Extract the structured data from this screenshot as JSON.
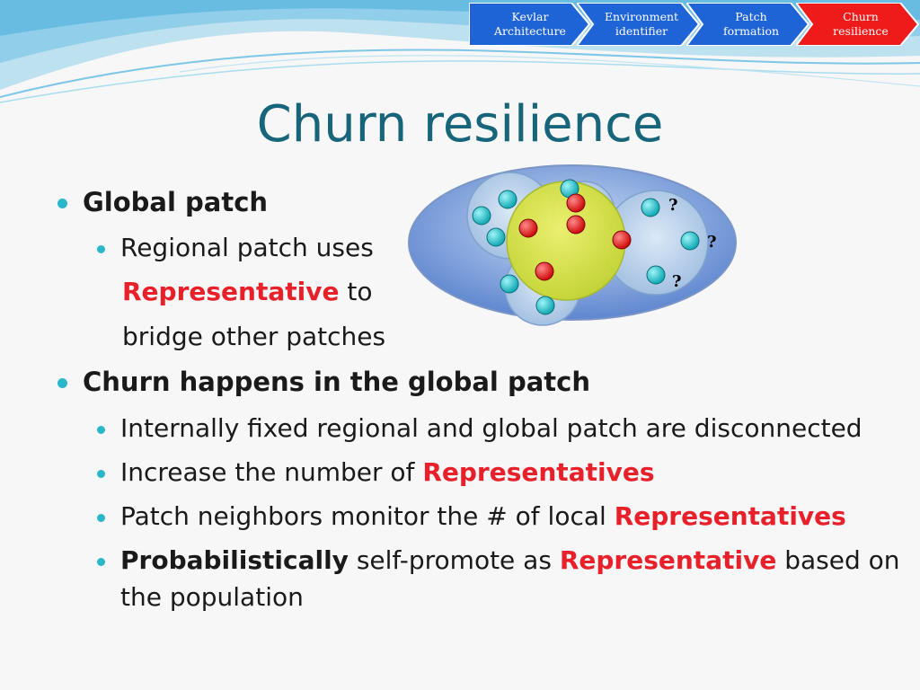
{
  "nav": [
    {
      "label": "Kevlar\nArchitecture",
      "active": false
    },
    {
      "label": "Environment\nidentifier",
      "active": false
    },
    {
      "label": "Patch\nformation",
      "active": false
    },
    {
      "label": "Churn\nresilience",
      "active": true
    }
  ],
  "colors": {
    "nav_inactive": "#1f64d6",
    "nav_active": "#ef1a1a",
    "title": "#17657a",
    "accent_red": "#e8202a",
    "bullet": "#29b7c9"
  },
  "title": "Churn resilience",
  "bullets": {
    "global_patch": "Global patch",
    "regional": {
      "text1": "Regional patch uses",
      "highlight": "Representative",
      "text2": " to",
      "text3": "bridge other patches"
    },
    "churn": "Churn happens in the global patch",
    "internally": "Internally fixed regional and global patch are disconnected",
    "increase": {
      "text": "Increase the number of ",
      "highlight": "Representatives"
    },
    "monitor": {
      "text": "Patch neighbors monitor the # of local ",
      "highlight": "Representatives"
    },
    "prob": {
      "bold": "Probabilistically",
      "text": " self-promote as ",
      "highlight": "Representative",
      "text2": " based on",
      "text3": "the population"
    }
  },
  "diagram": {
    "question_mark": "?"
  }
}
